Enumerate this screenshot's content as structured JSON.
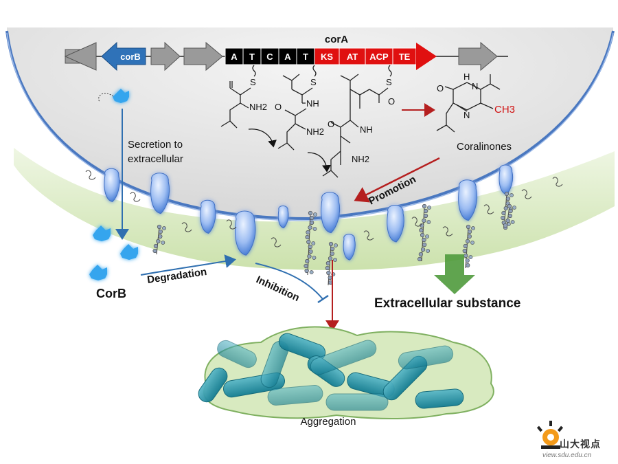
{
  "gene": {
    "title": "corA",
    "corB_label": "corB",
    "domains": [
      "A",
      "T",
      "C",
      "A",
      "T",
      "KS",
      "AT",
      "ACP",
      "TE"
    ],
    "colors": {
      "black_domain": "#000000",
      "red_domain": "#e01010",
      "corB": "#2f72b8",
      "flank": "#9a9a9a"
    }
  },
  "chem": {
    "nh2": "NH2",
    "nh": "NH",
    "s": "S",
    "o": "O",
    "n": "N",
    "h": "H",
    "ch3": "CH3",
    "product_name": "Coralinones"
  },
  "labels": {
    "secretion": [
      "Secretion to",
      "extracellular"
    ],
    "corb": "CorB",
    "degradation": "Degradation",
    "inhibition": "Inhibition",
    "promotion": "Promotion",
    "extracellular": "Extracellular substance",
    "aggregation": "Aggregation"
  },
  "logo": {
    "text": "山大视点",
    "url": "view.sdu.edu.cn"
  },
  "colors": {
    "membrane": "#4a78c0",
    "cytoplasm": "#e6e6e6",
    "matrix": "#cfe3b0",
    "protein": "#8fb3f0",
    "enzyme": "#3aa0e8",
    "cell": "#1e8ea5",
    "arrow_red": "#b51f1f",
    "arrow_blue": "#2f6fb0",
    "arrow_green": "#4f9a3c"
  }
}
